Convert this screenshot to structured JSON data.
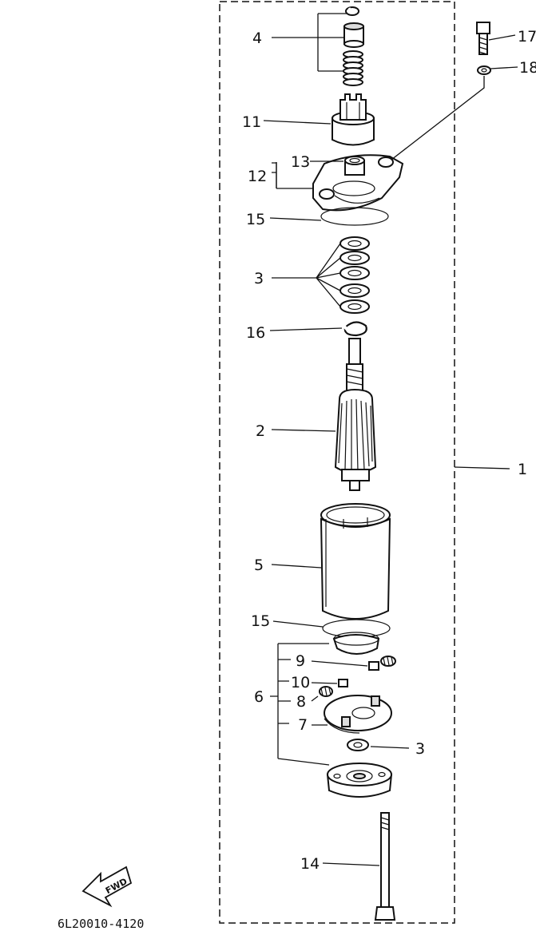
{
  "parts": {
    "p1": "1",
    "p2": "2",
    "p3a": "3",
    "p3b": "3",
    "p4": "4",
    "p5": "5",
    "p6": "6",
    "p7": "7",
    "p8": "8",
    "p9": "9",
    "p10": "10",
    "p11": "11",
    "p12": "12",
    "p13": "13",
    "p14": "14",
    "p15a": "15",
    "p15b": "15",
    "p16": "16",
    "p17": "17",
    "p18": "18"
  },
  "fwd_label": "FWD",
  "diagram_code": "6L20010-4120"
}
